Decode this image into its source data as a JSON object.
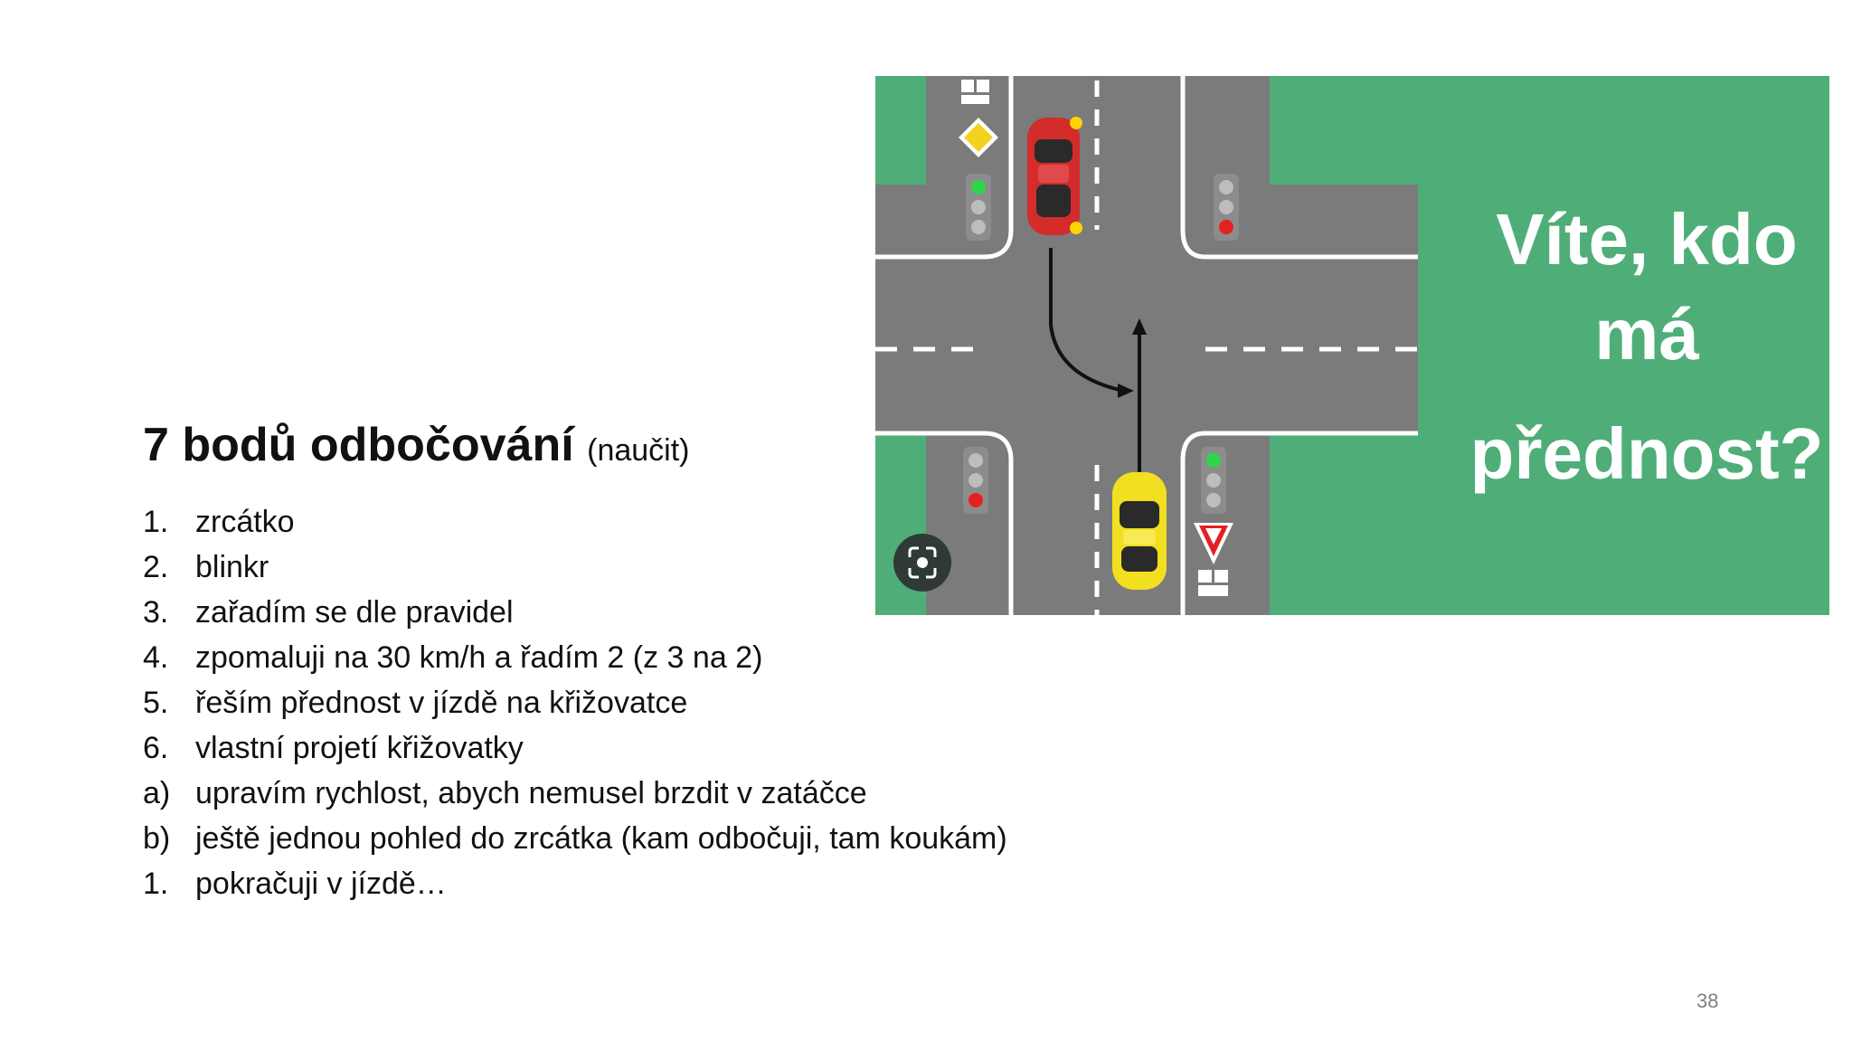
{
  "slide": {
    "title": "7 bodů odbočování",
    "title_note": "(naučit)",
    "items": [
      {
        "marker": "1.",
        "text": "zrcátko"
      },
      {
        "marker": "2.",
        "text": "blinkr"
      },
      {
        "marker": "3.",
        "text": "zařadím se dle pravidel"
      },
      {
        "marker": "4.",
        "text": "zpomaluji na 30 km/h a řadím 2 (z 3 na 2)"
      },
      {
        "marker": "5.",
        "text": "řeším přednost v jízdě na křižovatce"
      },
      {
        "marker": "6.",
        "text": "vlastní projetí křižovatky"
      },
      {
        "marker": "a)",
        "text": "upravím rychlost, abych nemusel brzdit v zatáčce"
      },
      {
        "marker": "b)",
        "text": "ještě jednou pohled do zrcátka (kam odbočuji, tam koukám)"
      },
      {
        "marker": "1.",
        "text": "pokračuji v jízdě…"
      }
    ],
    "page_number": "38"
  },
  "image": {
    "caption_lines": [
      "Víte, kdo",
      "má",
      "přednost?"
    ],
    "icons": [
      "priority-road-sign-icon",
      "yield-sign-icon",
      "traffic-light-icon",
      "google-lens-icon"
    ],
    "colors": {
      "grass": "#4fae78",
      "road": "#7b7b7b",
      "red_car": "#d42b2b",
      "yellow_car": "#f2df1f",
      "lens_button": "#2f3a36"
    }
  }
}
